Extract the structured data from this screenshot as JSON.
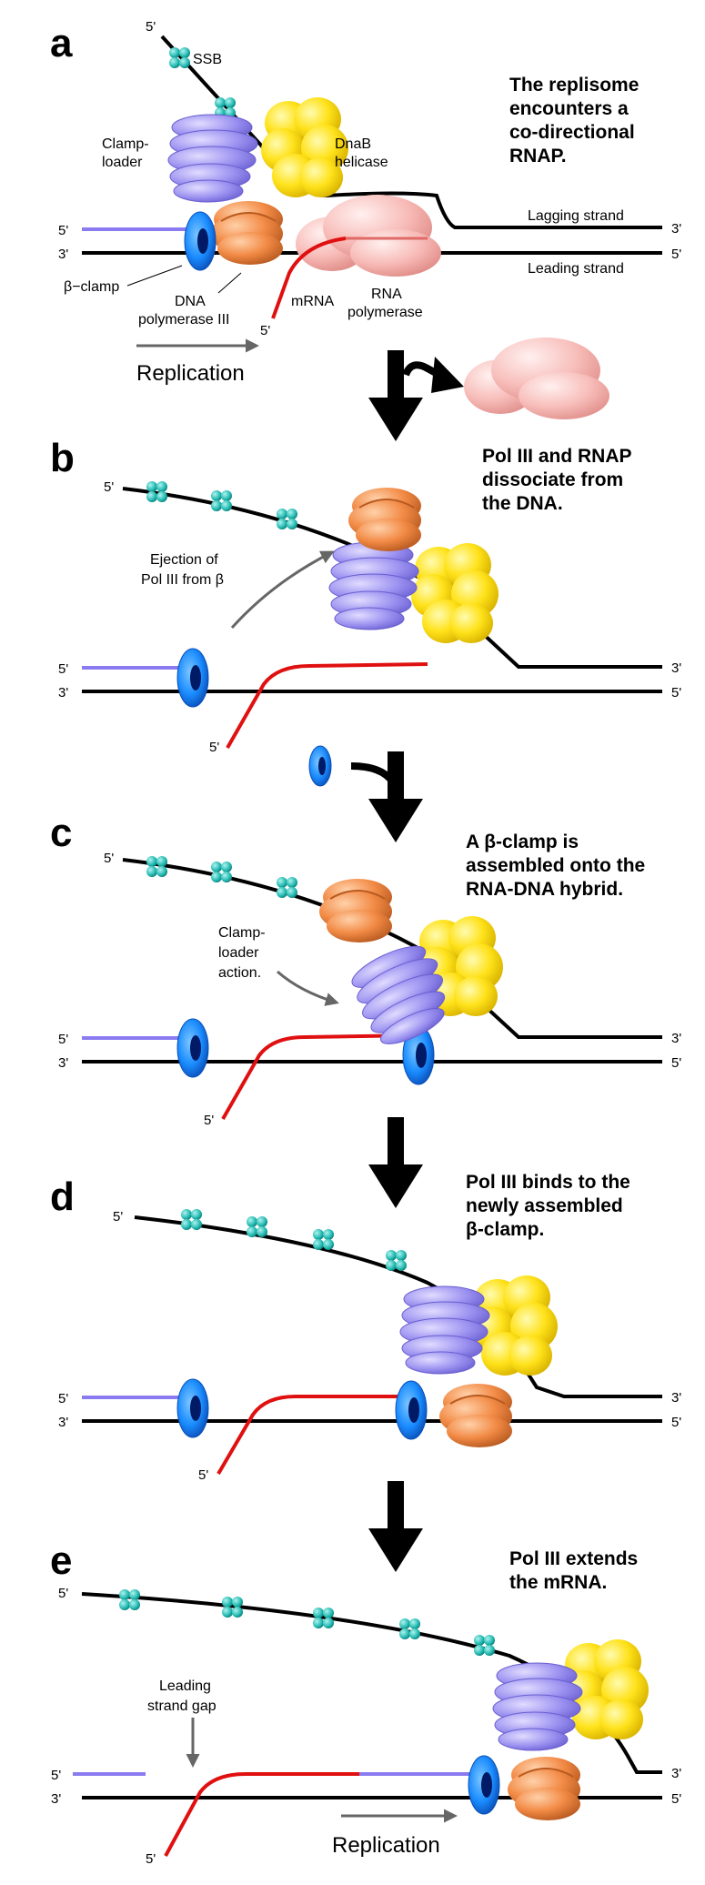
{
  "panels": [
    {
      "letter": "a",
      "caption": [
        "The replisome",
        "encounters a",
        "co-directional",
        "RNAP."
      ]
    },
    {
      "letter": "b",
      "caption": [
        "Pol III and RNAP",
        "dissociate from",
        "the DNA."
      ]
    },
    {
      "letter": "c",
      "caption": [
        "A β-clamp is",
        "assembled onto the",
        "RNA-DNA hybrid."
      ]
    },
    {
      "letter": "d",
      "caption": [
        "Pol III binds to the",
        "newly assembled",
        "β-clamp."
      ]
    },
    {
      "letter": "e",
      "caption": [
        "Pol III extends",
        "the mRNA."
      ]
    }
  ],
  "labels": {
    "ssb": "SSB",
    "clamp_loader": [
      "Clamp-",
      "loader"
    ],
    "dnab": [
      "DnaB",
      "helicase"
    ],
    "lagging": "Lagging strand",
    "leading": "Leading strand",
    "beta_clamp": "β−clamp",
    "dna_pol": [
      "DNA",
      "polymerase III"
    ],
    "mrna": "mRNA",
    "rnap": [
      "RNA",
      "polymerase"
    ],
    "replication": "Replication",
    "ejection": [
      "Ejection of",
      "Pol III from β"
    ],
    "clamp_loader_action": [
      "Clamp-",
      "loader",
      "action."
    ],
    "leading_gap": [
      "Leading",
      "strand gap"
    ]
  },
  "ends": {
    "five": "5'",
    "three": "3'"
  },
  "colors": {
    "dna": "#000000",
    "rna": "#e01010",
    "primer": "#8a7cf0",
    "clamp": "#1a8cff",
    "helicase": "#ffe21a",
    "pol3": "#f28a45",
    "loader": "#9a90f0",
    "rnap": "#f7b9b5",
    "ssb": "#1fb8b0"
  }
}
